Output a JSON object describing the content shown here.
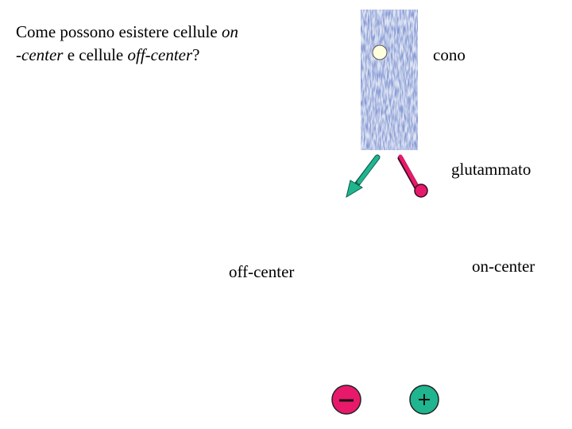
{
  "question": {
    "line1_plain": "Come possono esistere cellule ",
    "line1_italic": "on",
    "line2_italic_a": "-center",
    "line2_plain": " e cellule ",
    "line2_italic_b": "off-center",
    "line2_end": "?"
  },
  "labels": {
    "cone": "cono",
    "glutamate": "glutammato",
    "off_center": "off-center",
    "on_center": "on-center"
  },
  "signs": {
    "minus": "–",
    "plus": "+"
  },
  "colors": {
    "cone_texture": "#3f55a8",
    "cone_body": "#ffffe0",
    "off_arrow": "#1fb58f",
    "on_stem": "#e8196b",
    "minus_circle": "#e8196b",
    "plus_circle": "#1fb58f"
  }
}
